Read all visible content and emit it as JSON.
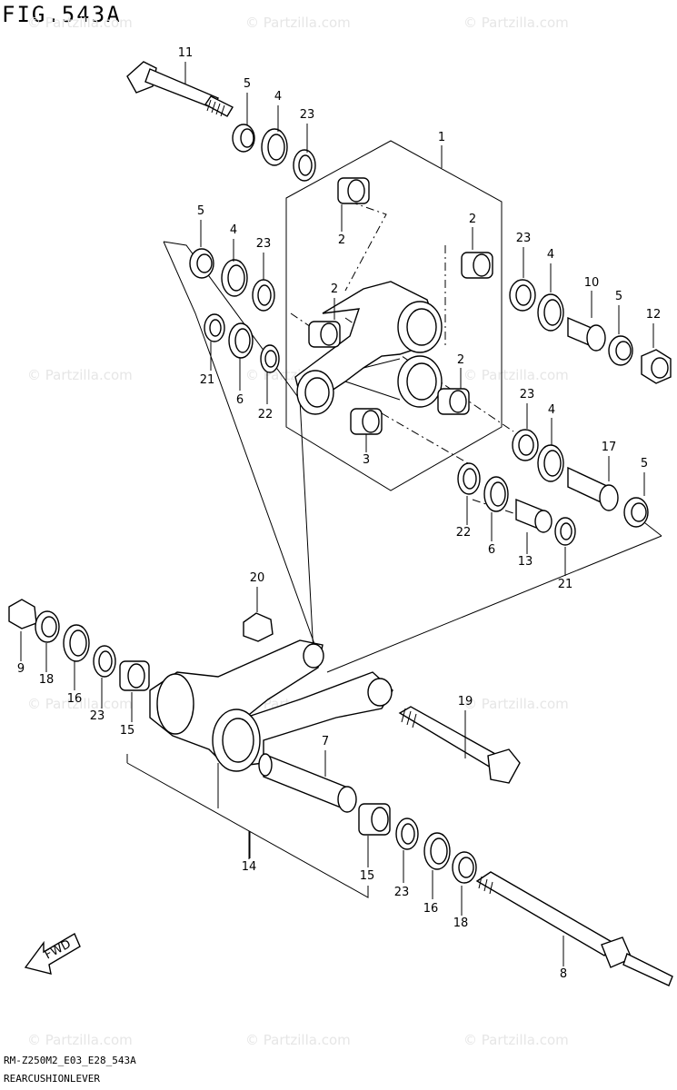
{
  "figure": {
    "title": "FIG.543A",
    "code": "RM-Z250M2_E03_E28_543A",
    "name": "REARCUSHIONLEVER",
    "watermark": "© Partzilla.com",
    "fwd_label": "FWD"
  },
  "callouts": [
    "1",
    "2",
    "3",
    "4",
    "5",
    "6",
    "7",
    "8",
    "9",
    "10",
    "11",
    "12",
    "13",
    "14",
    "15",
    "16",
    "17",
    "18",
    "19",
    "20",
    "21",
    "22",
    "23"
  ]
}
